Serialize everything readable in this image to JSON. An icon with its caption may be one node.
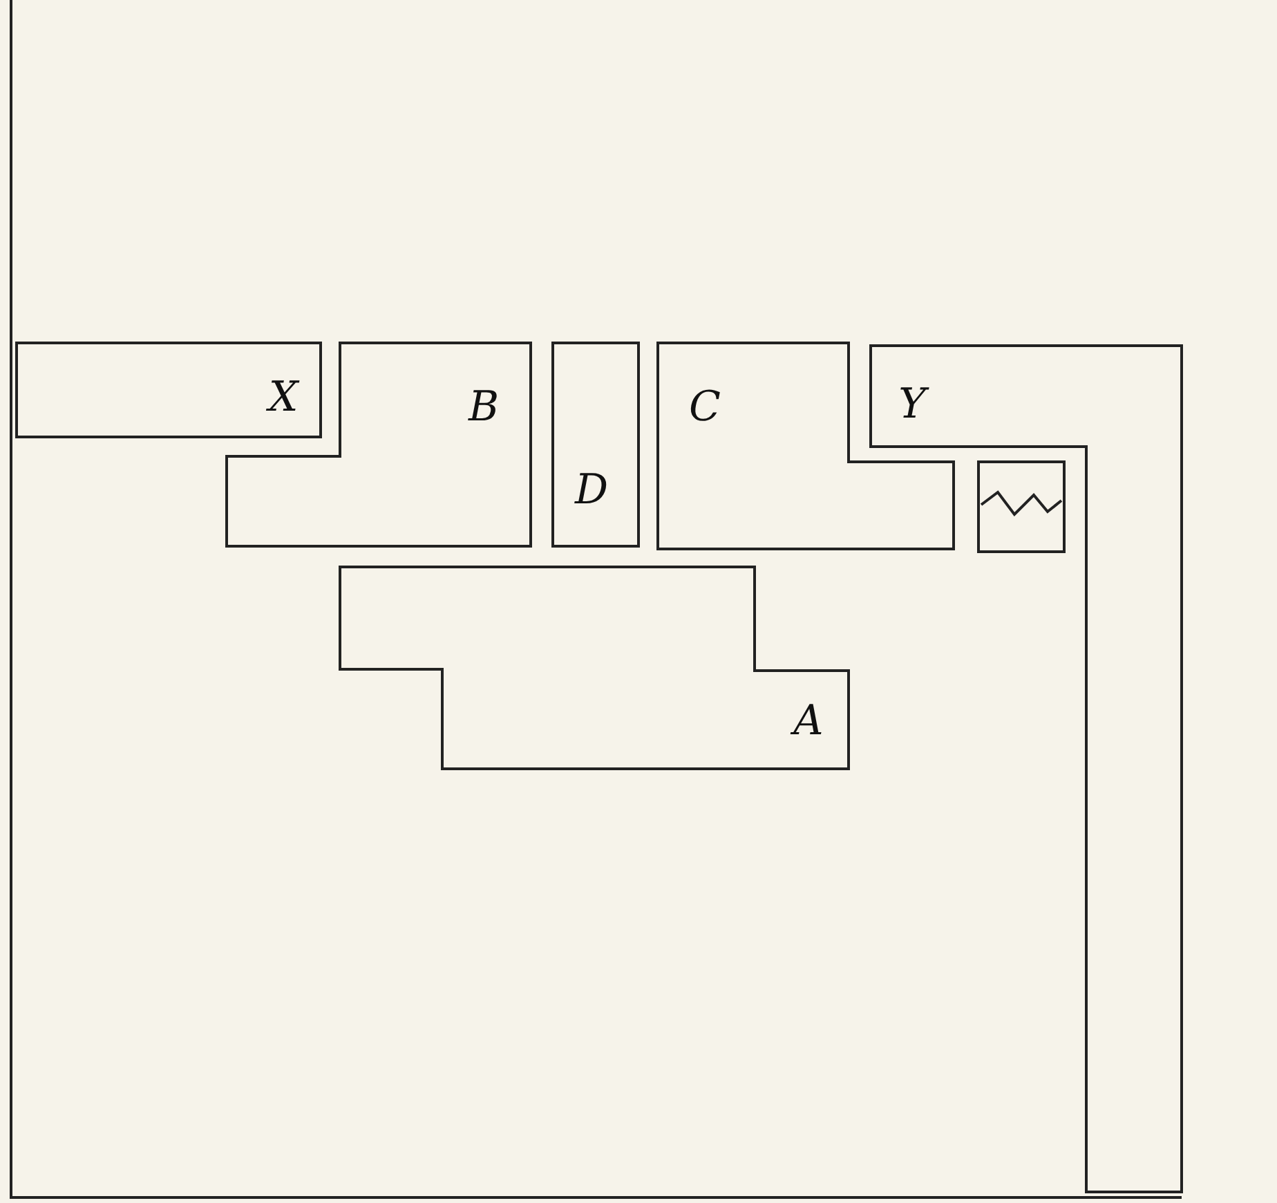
{
  "diagram": {
    "nodes": [
      {
        "text": [
          "X"
        ]
      },
      {
        "text": [
          "B"
        ]
      },
      {
        "text": [
          "D"
        ]
      },
      {
        "text": [
          "C"
        ]
      },
      {
        "text": [
          "Y"
        ]
      },
      {
        "text": [],
        "shape": "box"
      },
      {
        "text": [
          "A"
        ]
      }
    ]
  }
}
